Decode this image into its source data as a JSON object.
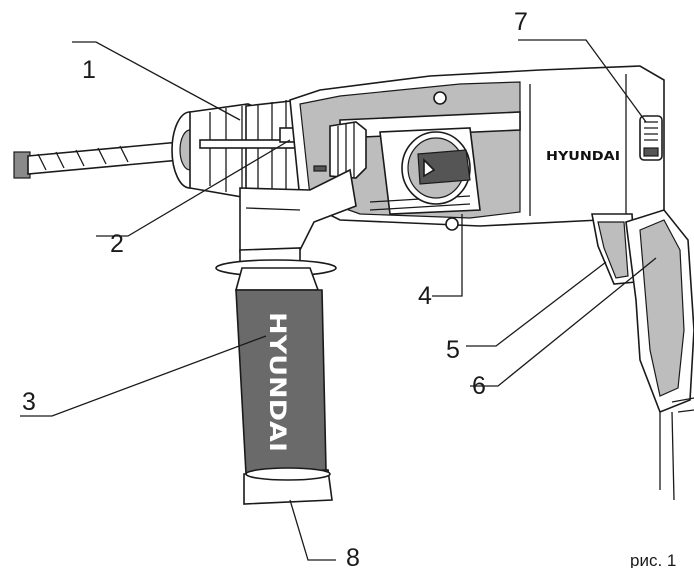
{
  "labels": {
    "l1": "1",
    "l2": "2",
    "l3": "3",
    "l4": "4",
    "l5": "5",
    "l6": "6",
    "l7": "7",
    "l8": "8"
  },
  "brand": {
    "body_logo": "HYUNDAI",
    "handle_logo": "HYUNDAI"
  },
  "caption": "рис. 1"
}
